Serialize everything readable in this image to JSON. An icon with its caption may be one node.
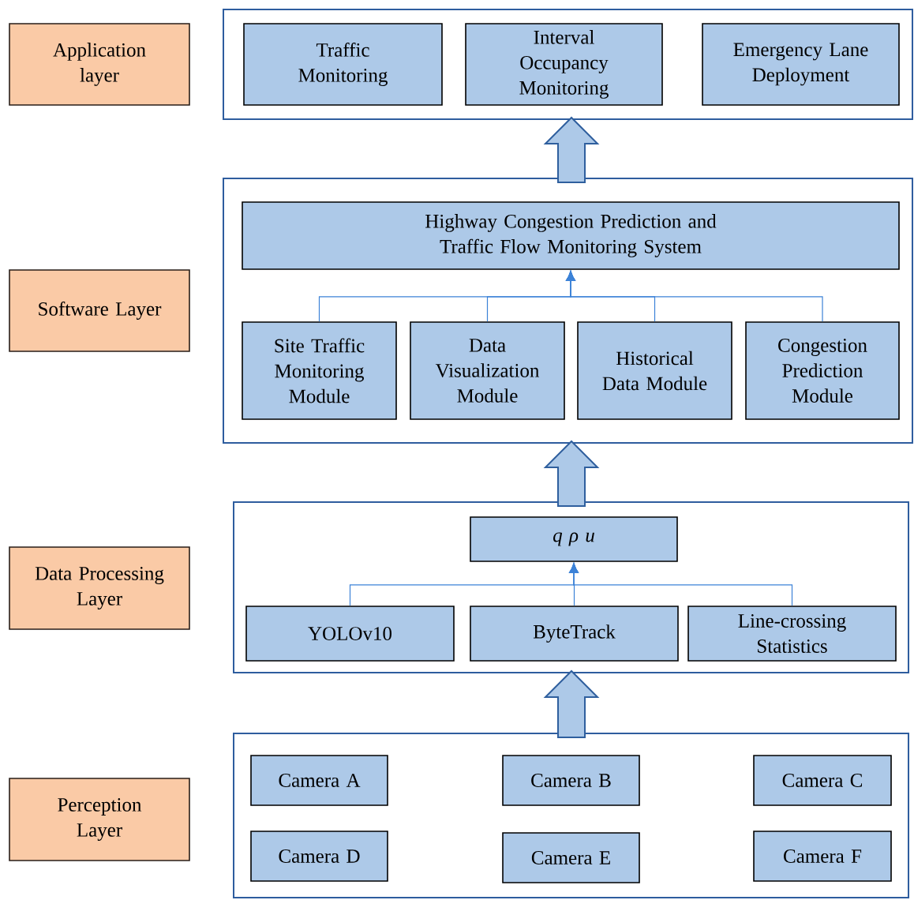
{
  "diagram": {
    "nodes": [
      {
        "text": [
          "Application layer"
        ]
      },
      {
        "text": [],
        "shape": "box"
      },
      {
        "text": [
          "Traffic Monitoring"
        ],
        "in": 1
      },
      {
        "text": [
          "Interval Occupancy Monitoring"
        ],
        "in": 1
      },
      {
        "text": [
          "Emergency Lane Deployment"
        ],
        "in": 1
      },
      {
        "text": [
          "Software Layer"
        ]
      },
      {
        "text": [],
        "shape": "box"
      },
      {
        "text": [
          "Highway Congestion Prediction and Traffic Flow Monitoring System"
        ],
        "in": 6
      },
      {
        "text": [
          "Site Traffic Monitoring Module"
        ],
        "in": 6
      },
      {
        "text": [
          "Data Visualization Module"
        ],
        "in": 6
      },
      {
        "text": [
          "Historical Data Module"
        ],
        "in": 6
      },
      {
        "text": [
          "Congestion Prediction Module"
        ],
        "in": 6
      },
      {
        "text": [
          "Data Processing Layer"
        ]
      },
      {
        "text": [],
        "shape": "box"
      },
      {
        "text": [
          "q ρ u"
        ],
        "in": 13
      },
      {
        "text": [
          "YOLOv10"
        ],
        "in": 13
      },
      {
        "text": [
          "ByteTrack"
        ],
        "in": 13
      },
      {
        "text": [
          "Line-crossing Statistics"
        ],
        "in": 13
      },
      {
        "text": [
          "Perception Layer"
        ]
      },
      {
        "text": [],
        "shape": "box"
      },
      {
        "text": [
          "Camera A"
        ],
        "in": 19
      },
      {
        "text": [
          "Camera B"
        ],
        "in": 19
      },
      {
        "text": [
          "Camera C"
        ],
        "in": 19
      },
      {
        "text": [
          "Camera D"
        ],
        "in": 19
      },
      {
        "text": [
          "Camera E"
        ],
        "in": 19
      },
      {
        "text": [
          "Camera F"
        ],
        "in": 19
      }
    ],
    "edges": [
      {
        "from": 6,
        "to": 1,
        "arrow": "to",
        "style": "thick",
        "color": "#2f5f9e"
      },
      {
        "from": 8,
        "to": 7,
        "arrow": "to"
      },
      {
        "from": 9,
        "to": 7,
        "arrow": "to"
      },
      {
        "from": 10,
        "to": 7,
        "arrow": "to"
      },
      {
        "from": 11,
        "to": 7,
        "arrow": "to"
      },
      {
        "from": 13,
        "to": 6,
        "arrow": "to",
        "style": "thick",
        "color": "#2f5f9e"
      },
      {
        "from": 15,
        "to": 14,
        "arrow": "to"
      },
      {
        "from": 16,
        "to": 14,
        "arrow": "to"
      },
      {
        "from": 17,
        "to": 14,
        "arrow": "to"
      },
      {
        "from": 19,
        "to": 13,
        "arrow": "to",
        "style": "thick",
        "color": "#2f5f9e"
      }
    ]
  }
}
